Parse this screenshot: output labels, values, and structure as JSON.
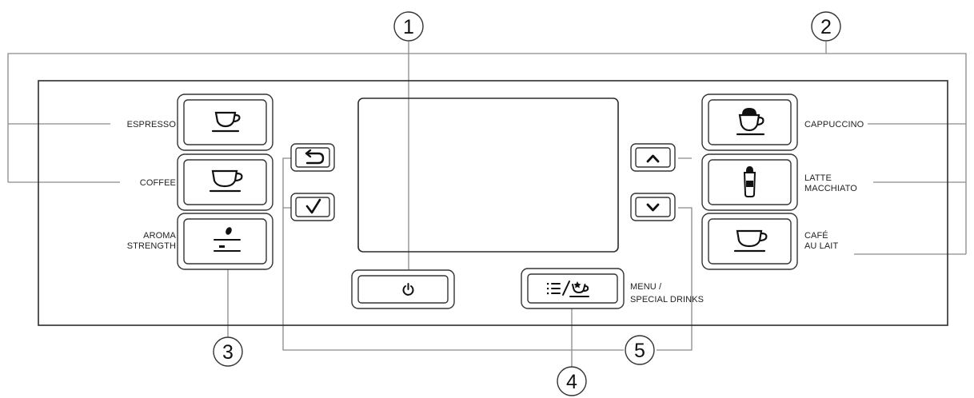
{
  "callouts": [
    "1",
    "2",
    "3",
    "4",
    "5"
  ],
  "labels": {
    "espresso": "ESPRESSO",
    "coffee": "COFFEE",
    "aroma": [
      "AROMA",
      "STRENGTH"
    ],
    "cappuccino": "CAPPUCCINO",
    "latte": [
      "LATTE",
      "MACCHIATO"
    ],
    "cafe": [
      "CAFÉ",
      "AU LAIT"
    ],
    "menu": [
      "MENU /",
      "SPECIAL DRINKS"
    ]
  },
  "icons": {
    "espresso": "espresso-cup-icon",
    "coffee": "coffee-cup-icon",
    "aroma": "coffee-bean-strength-icon",
    "back": "back-arrow-icon",
    "confirm": "checkmark-icon",
    "power": "power-icon",
    "menu": "menu-list-special-drinks-icon",
    "up": "chevron-up-icon",
    "down": "chevron-down-icon",
    "cappuccino": "cappuccino-cup-icon",
    "latte": "latte-glass-icon",
    "cafe": "cafe-au-lait-cup-icon"
  }
}
